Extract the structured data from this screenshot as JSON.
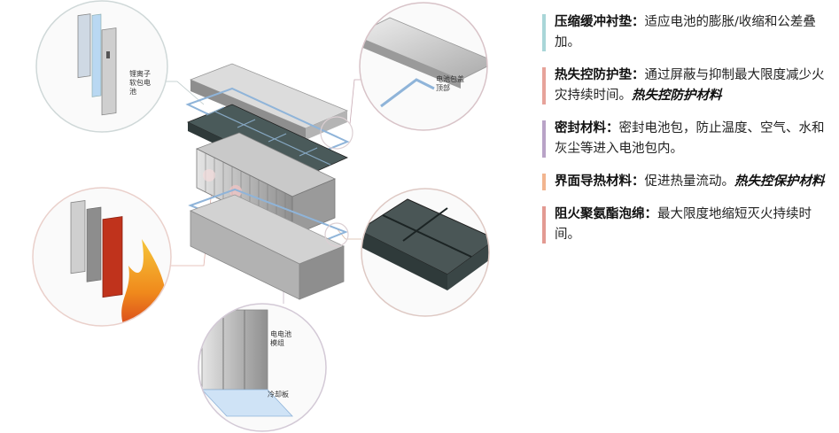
{
  "diagram": {
    "callouts": {
      "pouch_cell_line1": "锂离子",
      "pouch_cell_line2": "软包电",
      "pouch_cell_line3": "池",
      "top_cover_line1": "电池包盖",
      "top_cover_line2": "顶部",
      "module_line1": "电电池",
      "module_line2": "模组",
      "cooling_plate": "冷却板"
    }
  },
  "legend": {
    "items": [
      {
        "title": "压缩缓冲衬垫：",
        "text": "适应电池的膨胀/收缩和公差叠加。",
        "emph": "",
        "color": "#a9d6d8"
      },
      {
        "title": "热失控防护垫：",
        "text": "通过屏蔽与抑制最大限度减少火灾持续时间。",
        "emph": "热失控防护材料",
        "color": "#e7a39a"
      },
      {
        "title": "密封材料：",
        "text": "密封电池包，防止温度、空气、水和灰尘等进入电池包内。",
        "emph": "",
        "color": "#b9a3c7"
      },
      {
        "title": "界面导热材料：",
        "text": "促进热量流动。",
        "emph": "热失控保护材料",
        "color": "#f2b58f"
      },
      {
        "title": "阻火聚氨酯泡绵：",
        "text": "最大限度地缩短灭火持续时间。",
        "emph": "",
        "color": "#e39a92"
      }
    ]
  }
}
